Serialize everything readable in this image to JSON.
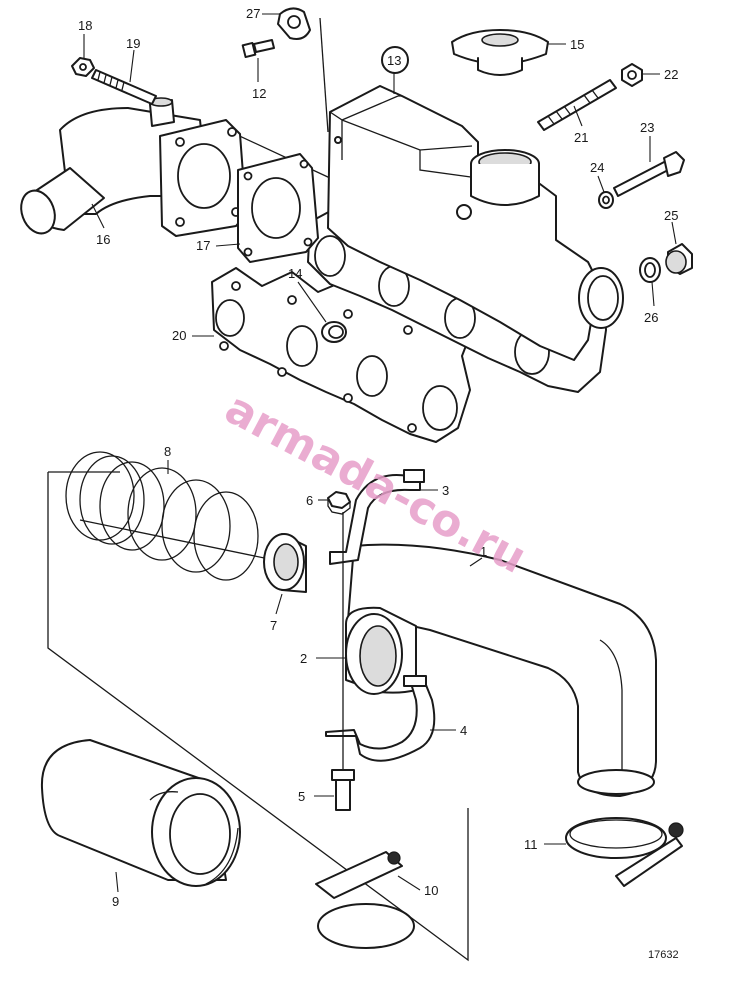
{
  "diagram": {
    "reference_number": "17632",
    "watermark": "armada-co.ru",
    "callouts": {
      "c1": "1",
      "c2": "2",
      "c3": "3",
      "c4": "4",
      "c5": "5",
      "c6": "6",
      "c7": "7",
      "c8": "8",
      "c9": "9",
      "c10": "10",
      "c11": "11",
      "c12": "12",
      "c13": "13",
      "c14": "14",
      "c15": "15",
      "c16": "16",
      "c17": "17",
      "c18": "18",
      "c19": "19",
      "c20": "20",
      "c21": "21",
      "c22": "22",
      "c23": "23",
      "c24": "24",
      "c25": "25",
      "c26": "26",
      "c27": "27"
    }
  }
}
